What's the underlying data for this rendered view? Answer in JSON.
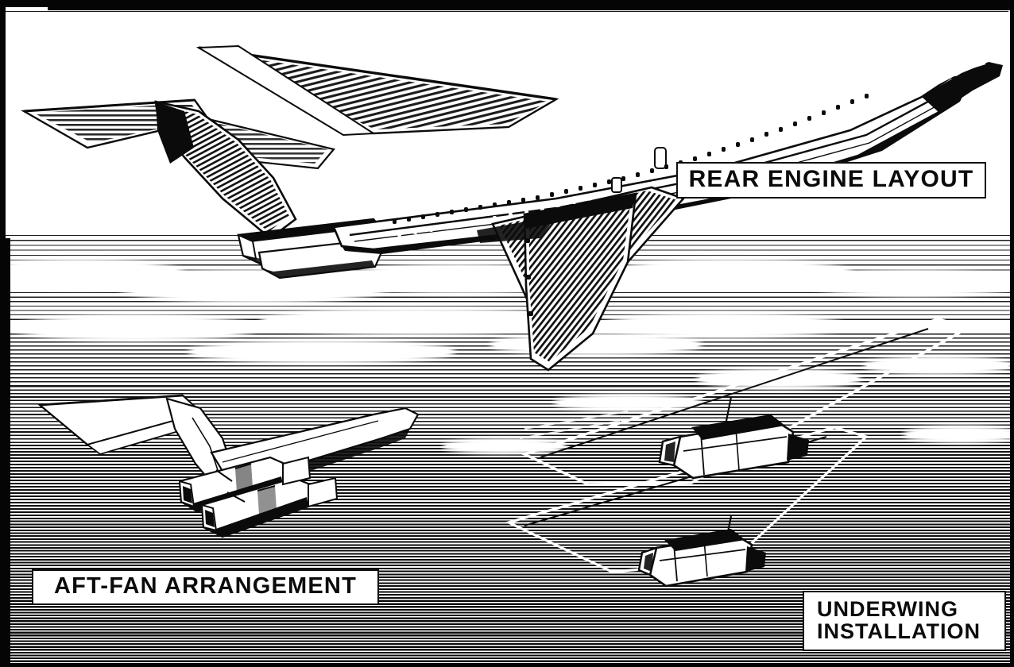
{
  "illustration": {
    "kind": "line-engraving",
    "subject": "Jet airliner engine installation arrangements",
    "palette": {
      "ink": "#0b0b0b",
      "paper": "#ffffff",
      "hatch": "#141414"
    }
  },
  "labels": {
    "rear_engine": {
      "text": "REAR ENGINE LAYOUT",
      "lines": [
        "REAR ENGINE LAYOUT"
      ]
    },
    "aft_fan": {
      "text": "AFT-FAN ARRANGEMENT",
      "lines": [
        "AFT-FAN ARRANGEMENT"
      ]
    },
    "underwing": {
      "text": "UNDERWING INSTALLATION",
      "lines": [
        "UNDERWING",
        "INSTALLATION"
      ],
      "line1": "UNDERWING",
      "line2": "INSTALLATION"
    }
  },
  "subjects": {
    "main_aircraft": {
      "name": "rear-engine-airliner",
      "description": "Large three-quarter view jet airliner climbing to upper right, T-tail, twin rear-fuselage mounted engine nacelles, swept wings, rows of cabin windows"
    },
    "lower_left_aircraft": {
      "name": "aft-fan-airliner",
      "description": "Rear view of tail section with aft-fan engine pods mounted on rear fuselage"
    },
    "lower_right_aircraft": {
      "name": "underwing-airliner",
      "description": "Swept wing seen from above with two podded engines slung beneath on pylons"
    }
  },
  "background": {
    "description": "Horizontal line engraving sky, darkening toward the bottom, with white cloud banks"
  }
}
